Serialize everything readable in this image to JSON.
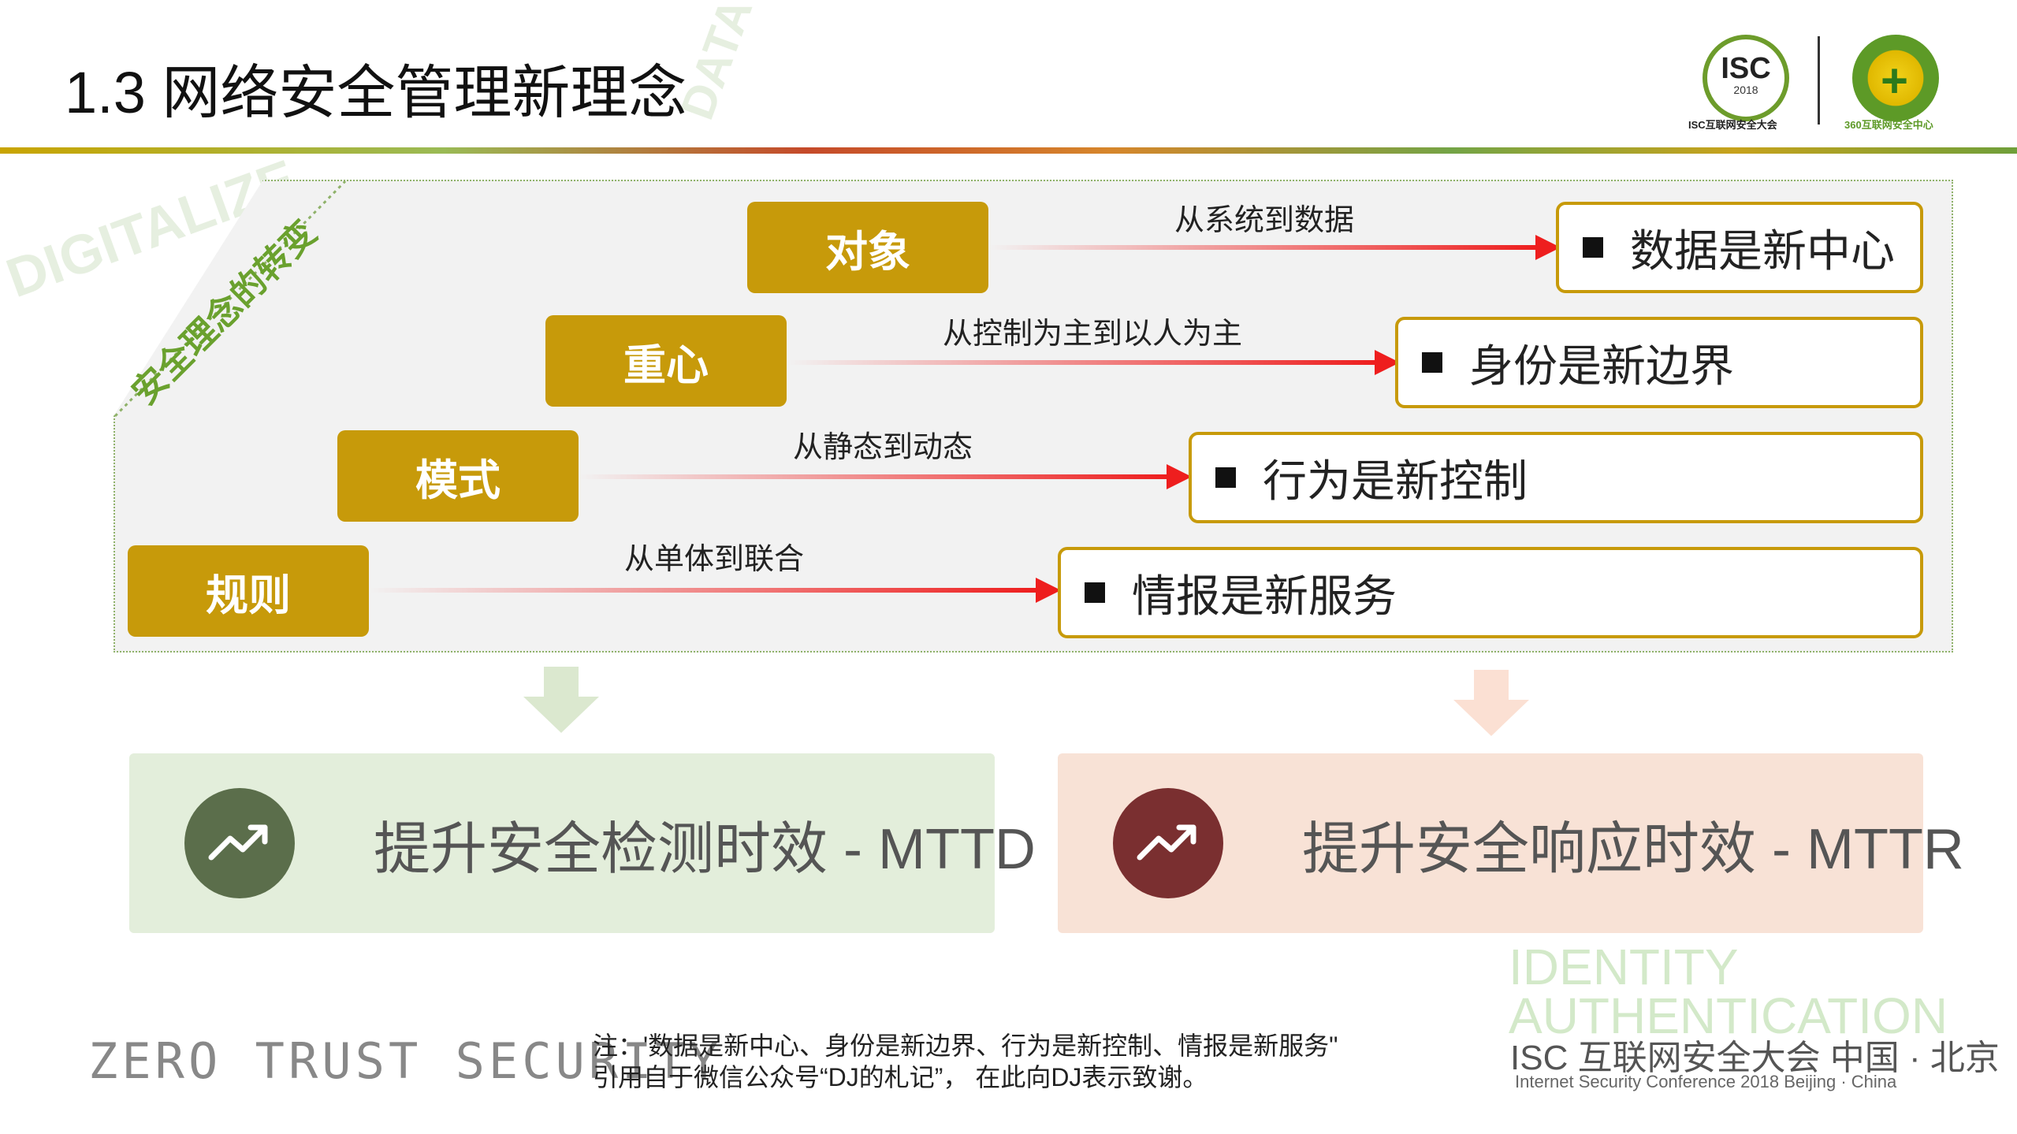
{
  "header": {
    "title": "1.3 网络安全管理新理念",
    "logo_isc_text": "ISC",
    "logo_isc_year": "2018",
    "logo_isc_caption": "ISC互联网安全大会",
    "logo_360_caption": "360互联网安全中心"
  },
  "panel": {
    "label": "安全理念的转变",
    "rows": [
      {
        "key": "对象",
        "transition": "从系统到数据",
        "result": "数据是新中心"
      },
      {
        "key": "重心",
        "transition": "从控制为主到以人为主",
        "result": "身份是新边界"
      },
      {
        "key": "模式",
        "transition": "从静态到动态",
        "result": "行为是新控制"
      },
      {
        "key": "规则",
        "transition": "从单体到联合",
        "result": "情报是新服务"
      }
    ]
  },
  "cards": {
    "left": {
      "text": "提升安全检测时效 - MTTD",
      "icon": "trend-up-icon",
      "bg": "#e3eedb",
      "circle": "#5b6e4b"
    },
    "right": {
      "text": "提升安全响应时效 - MTTR",
      "icon": "trend-up-icon",
      "bg": "#f8e2d6",
      "circle": "#7a2f30"
    }
  },
  "footer": {
    "slogan": "ZERO TRUST SECURITY",
    "note_line1": "注：'数据是新中心、身份是新边界、行为是新控制、情报是新服务\"",
    "note_line2": "引用自于微信公众号“DJ的札记”， 在此向DJ表示致谢。",
    "isc_cn": "ISC 互联网安全大会 中国 · 北京",
    "isc_en": "Internet Security Conference 2018  Beijing · China",
    "watermark_identity": "IDENTITY",
    "watermark_auth": "AUTHENTICATION"
  },
  "colors": {
    "gold": "#c79a0a",
    "arrow": "#ee1e1e",
    "accent_green": "#6aa12e"
  }
}
